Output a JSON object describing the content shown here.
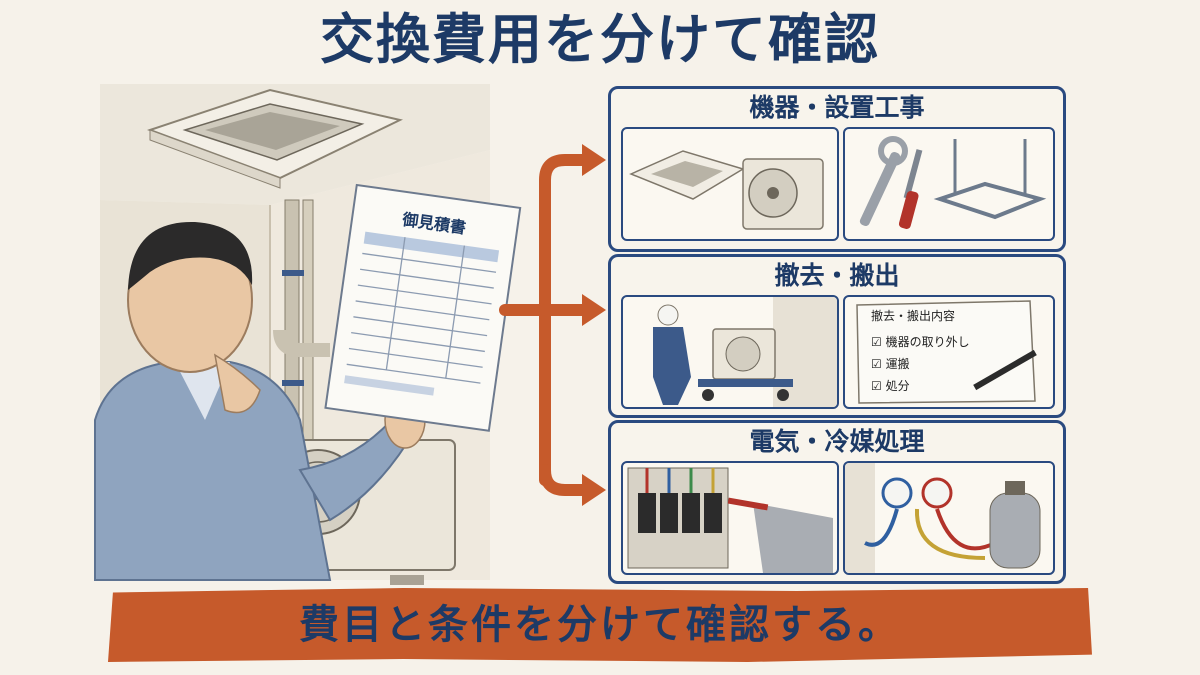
{
  "title": "交換費用を分けて確認",
  "estimate_sheet": {
    "title": "御見積書"
  },
  "panels": [
    {
      "title": "機器・設置工事"
    },
    {
      "title": "撤去・搬出"
    },
    {
      "title": "電気・冷媒処理"
    }
  ],
  "removal_note": {
    "heading": "撤去・搬出内容",
    "items": [
      "機器の取り外し",
      "運搬",
      "処分"
    ]
  },
  "banner_text": "費目と条件を分けて確認する。",
  "colors": {
    "navy": "#1d3a66",
    "orange": "#c65a2b",
    "background": "#f6f2ea"
  }
}
